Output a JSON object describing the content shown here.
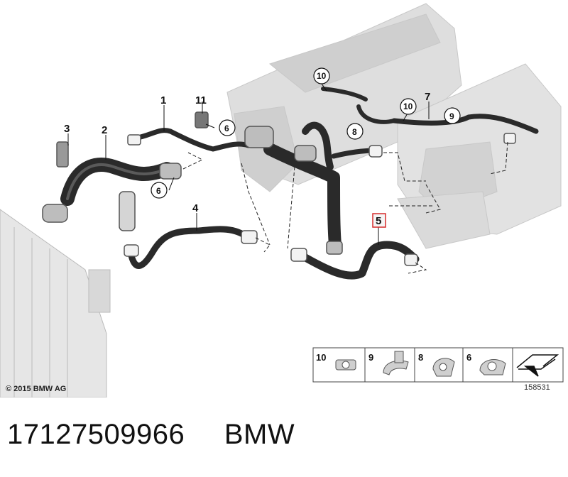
{
  "diagram": {
    "callouts": {
      "p1": "1",
      "p2": "2",
      "p3": "3",
      "p4": "4",
      "p5": "5",
      "p6a": "6",
      "p6b": "6",
      "p7": "7",
      "p8": "8",
      "p9": "9",
      "p10a": "10",
      "p10b": "10",
      "p11": "11"
    },
    "legend": {
      "c10": "10",
      "c9": "9",
      "c8": "8",
      "c6": "6"
    },
    "copyright": "© 2015 BMW AG",
    "diagram_id": "158531",
    "colors": {
      "hose": "#2a2a2a",
      "engine": "#dcdcdc",
      "highlight": "#d62c2c"
    }
  },
  "caption": {
    "part_number": "17127509966",
    "brand": "BMW"
  }
}
